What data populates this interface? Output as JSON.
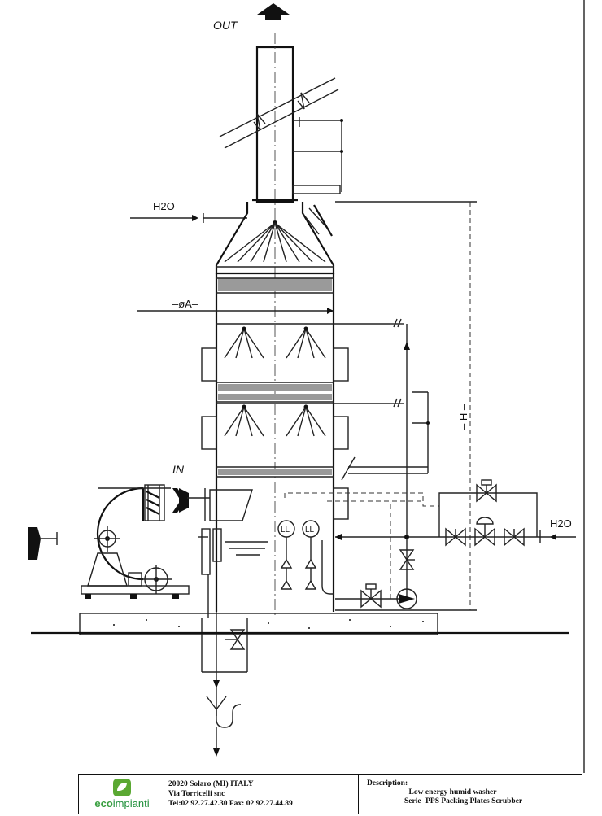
{
  "labels": {
    "out": "OUT",
    "in": "IN",
    "h2o_top": "H2O",
    "h2o_right": "H2O",
    "diameter": "–øA–",
    "height": "– H –",
    "level_1": "LL",
    "level_2": "LL"
  },
  "titleblock": {
    "logo_eco": "eco",
    "logo_rest": "impianti",
    "address_line1": "20020  Solaro  (MI) ITALY",
    "address_line2": "Via Torricelli snc",
    "address_line3": "Tel:02 92.27.42.30   Fax: 02 92.27.44.89",
    "description_label": "Description:",
    "description_line1": "- Low energy humid washer",
    "description_line2": "Serie -PPS Packing Plates Scrubber"
  },
  "colors": {
    "logo_green": "#5aa832",
    "logo_text": "#1f8f3a"
  }
}
